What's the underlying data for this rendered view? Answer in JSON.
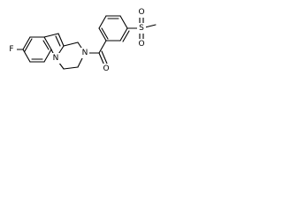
{
  "atoms": {
    "F": "F",
    "N_indole": "N",
    "N_amide": "N",
    "O_carbonyl": "O",
    "S": "S",
    "O_sulfonyl_1": "O",
    "O_sulfonyl_2": "O"
  }
}
